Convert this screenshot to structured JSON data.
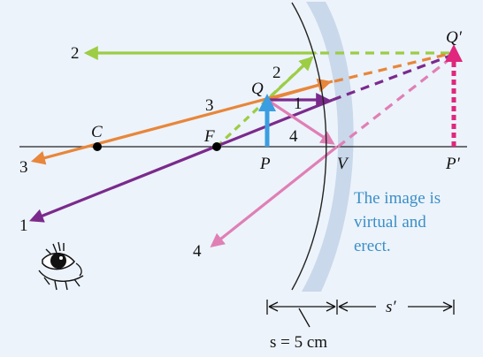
{
  "points": {
    "C": "C",
    "F": "F",
    "P": "P",
    "V": "V",
    "P_image": "P′",
    "Q": "Q",
    "Q_image": "Q′"
  },
  "ray_numbers": {
    "r1_mid": "1",
    "r1_end": "1",
    "r2_mid": "2",
    "r2_end": "2",
    "r3_mid": "3",
    "r3_end": "3",
    "r4_mid": "4",
    "r4_end": "4"
  },
  "note": [
    "The image is",
    "virtual and",
    "erect."
  ],
  "measurements": {
    "s": "s = 5 cm",
    "s_prime": "s′"
  },
  "colors": {
    "background": "#ecf3fb",
    "mirror_band": "#c9d8ea",
    "ray1": "#7b2a8c",
    "ray2": "#9ccd44",
    "ray3": "#e8863a",
    "ray4": "#e07fb5",
    "object_arrow": "#3b9ee0",
    "image_arrow": "#e0267d",
    "note_text": "#3b8fc6"
  }
}
